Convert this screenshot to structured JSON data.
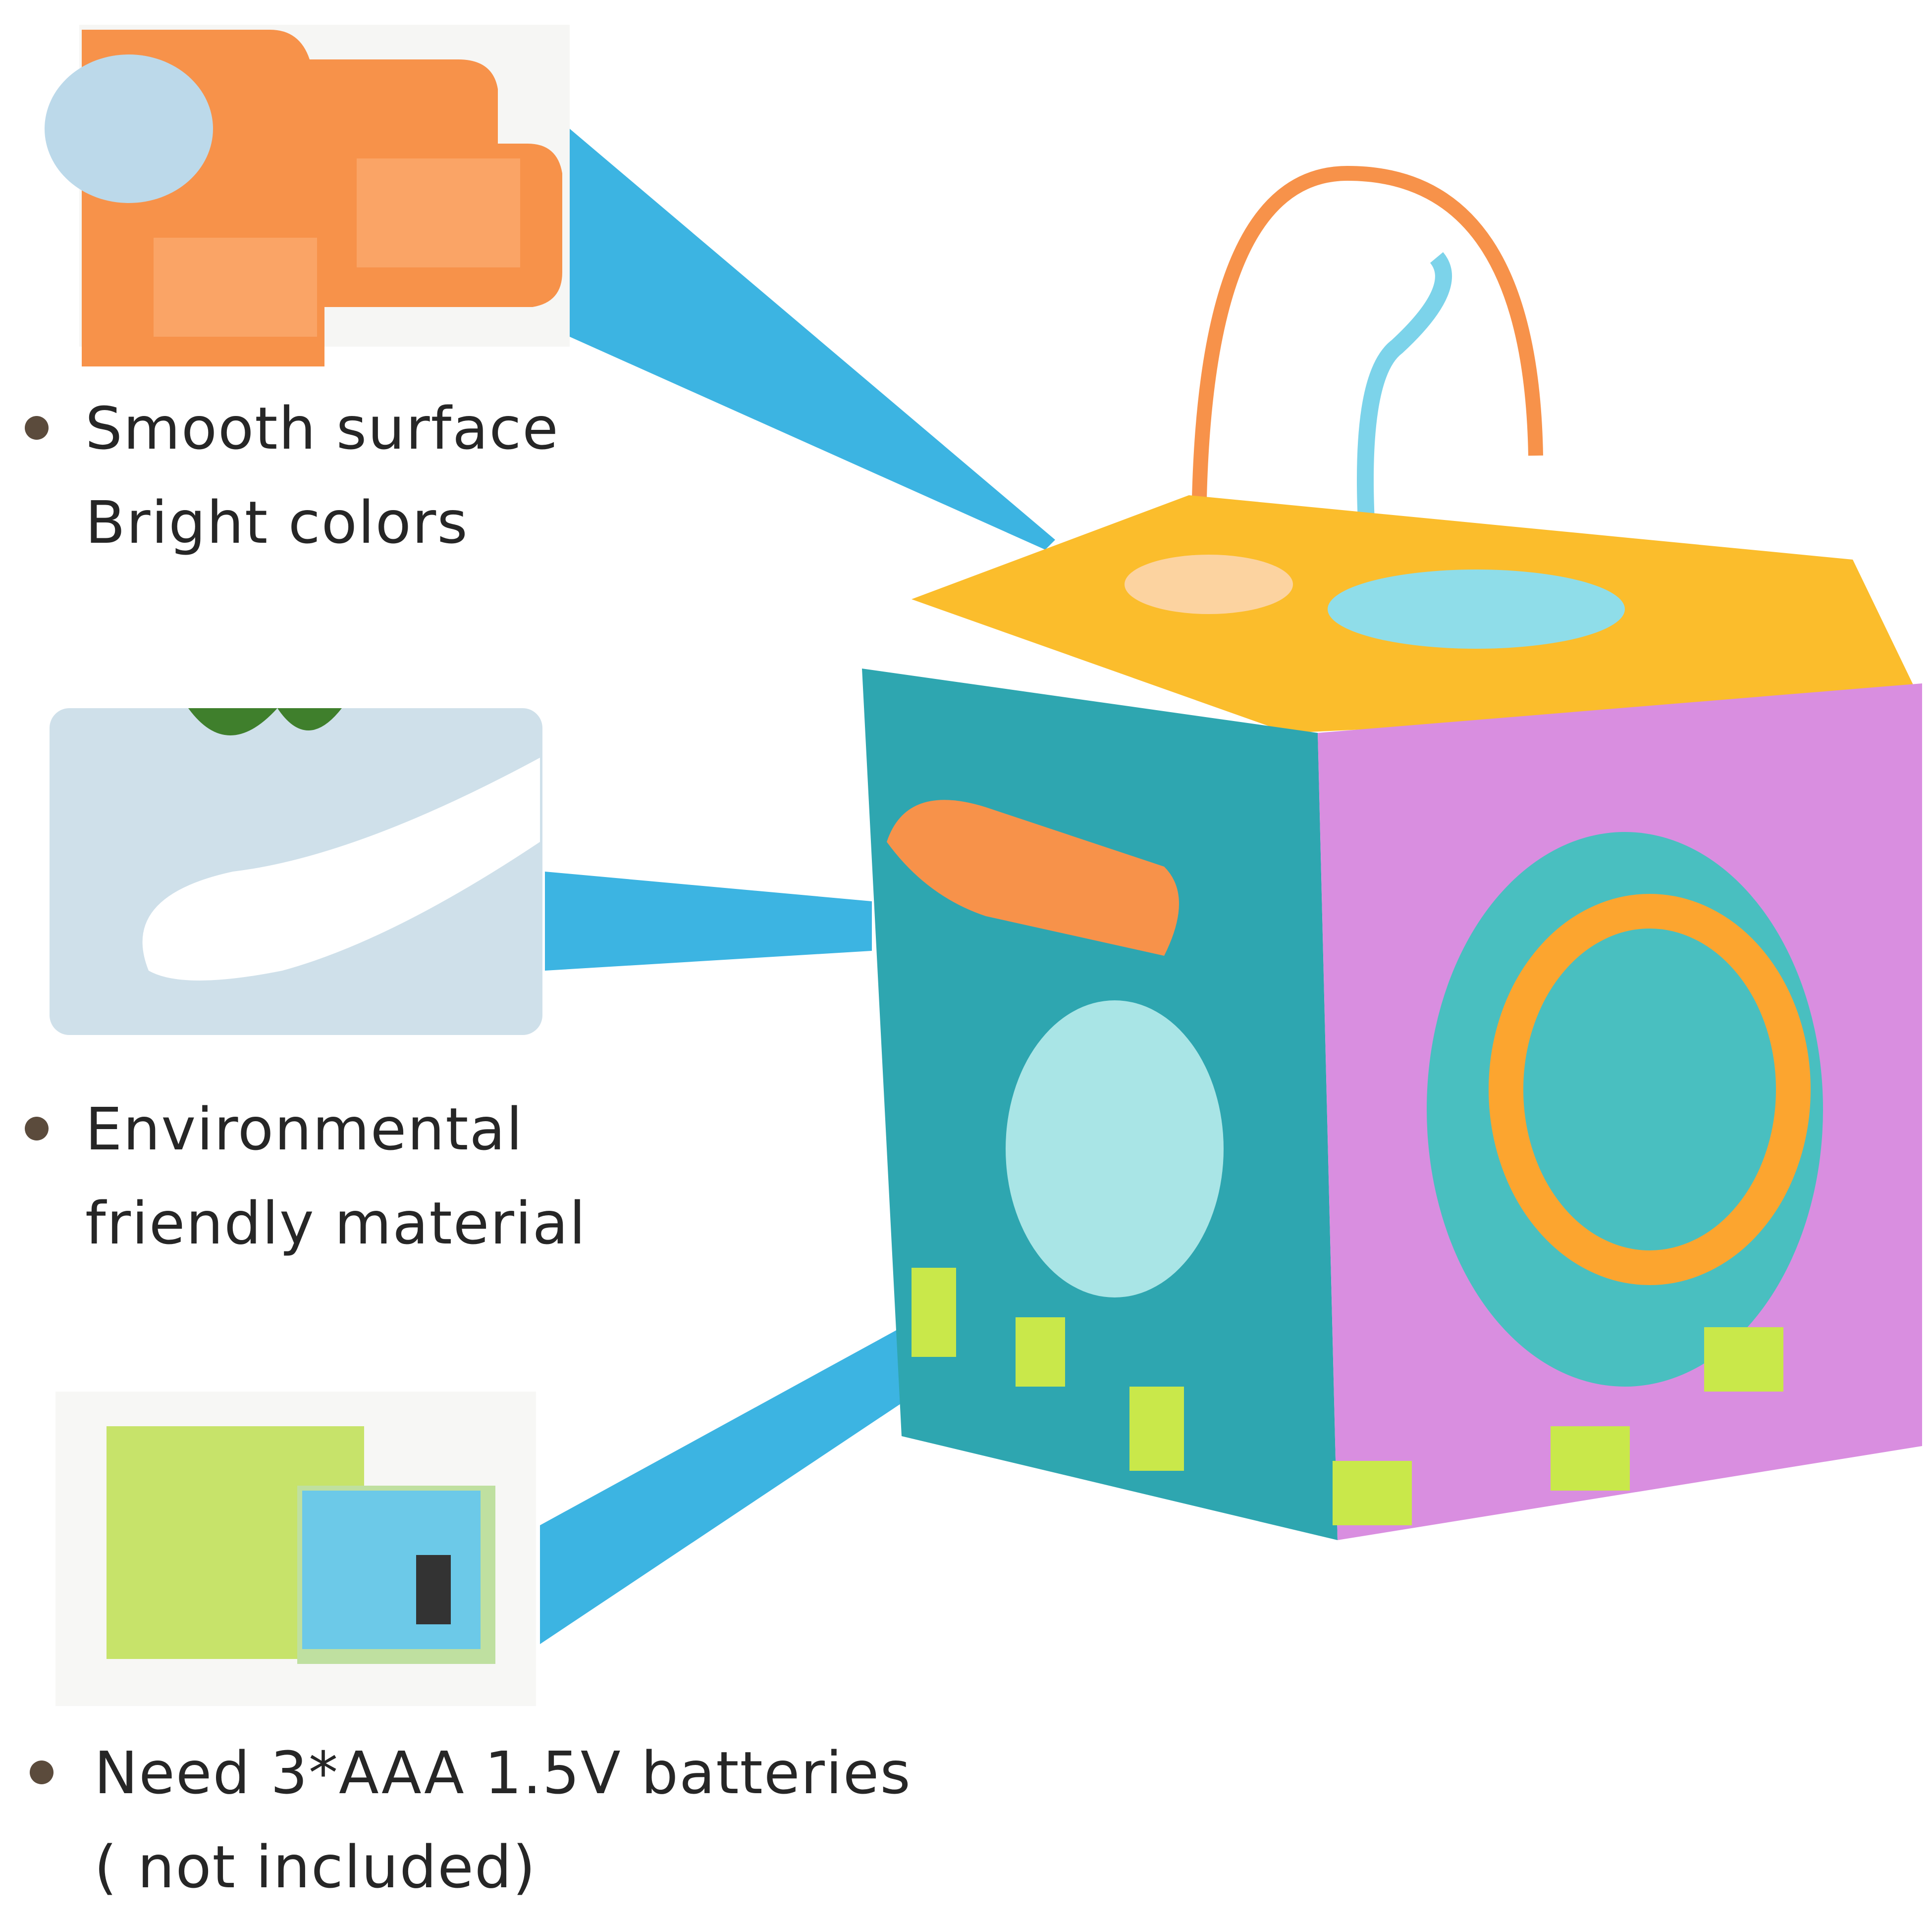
{
  "features": [
    {
      "lines": [
        "Smooth surface",
        "Bright colors"
      ]
    },
    {
      "lines": [
        "Environmental",
        "friendly material"
      ]
    },
    {
      "lines": [
        "Need 3*AAA 1.5V batteries",
        "( not included)"
      ]
    }
  ],
  "colors": {
    "connector": "#3cb4e2",
    "orange": "#f79445",
    "teal": "#2ea6b0",
    "purple": "#d98ee0",
    "yellow": "#fbbd2c",
    "lime": "#c9e84a",
    "text": "#262626",
    "bullet": "#5b4b3c"
  }
}
